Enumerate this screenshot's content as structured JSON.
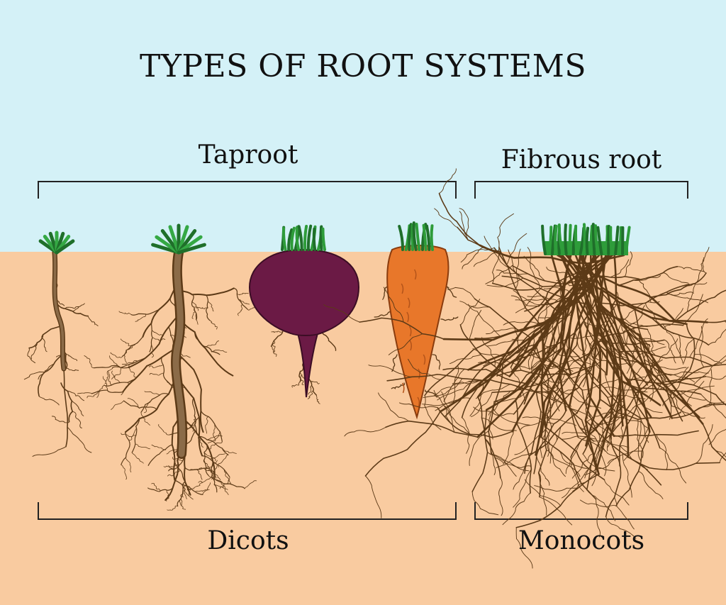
{
  "title": "TYPES  OF ROOT SYSTEMS",
  "labels": {
    "taproot": "Taproot",
    "fibrous_root": "Fibrous root",
    "dicots": "Dicots",
    "monocots": "Monocots"
  },
  "colors": {
    "sky": "#d4f1f7",
    "soil": "#f9cba0",
    "root": "#5c3a17",
    "taproot_stem": "#7a5a34",
    "leaves": "#2e9c3a",
    "beet": "#6b1a45",
    "carrot": "#e8772a"
  },
  "icons": [
    "thin-taproot-icon",
    "branched-taproot-icon",
    "beet-icon",
    "carrot-icon",
    "fibrous-root-icon"
  ]
}
